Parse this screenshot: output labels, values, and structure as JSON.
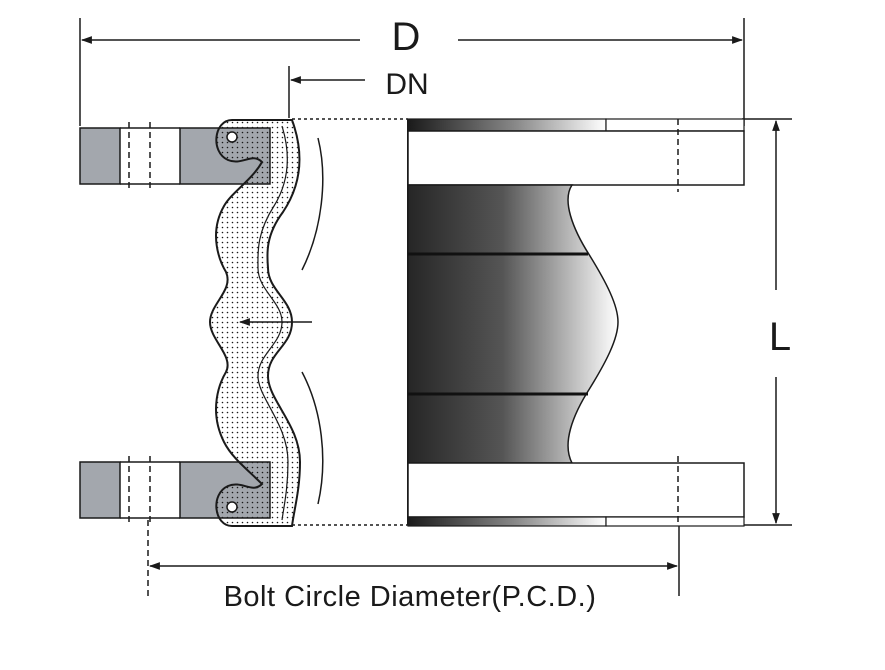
{
  "labels": {
    "outer_diameter": "D",
    "nominal_diameter": "DN",
    "length": "L",
    "bolt_circle": "Bolt Circle Diameter(P.C.D.)"
  },
  "colors": {
    "line": "#1a1a1a",
    "flange_fill": "#a3a7ad",
    "rubber_dark": "#262626",
    "rubber_light": "#ffffff"
  }
}
